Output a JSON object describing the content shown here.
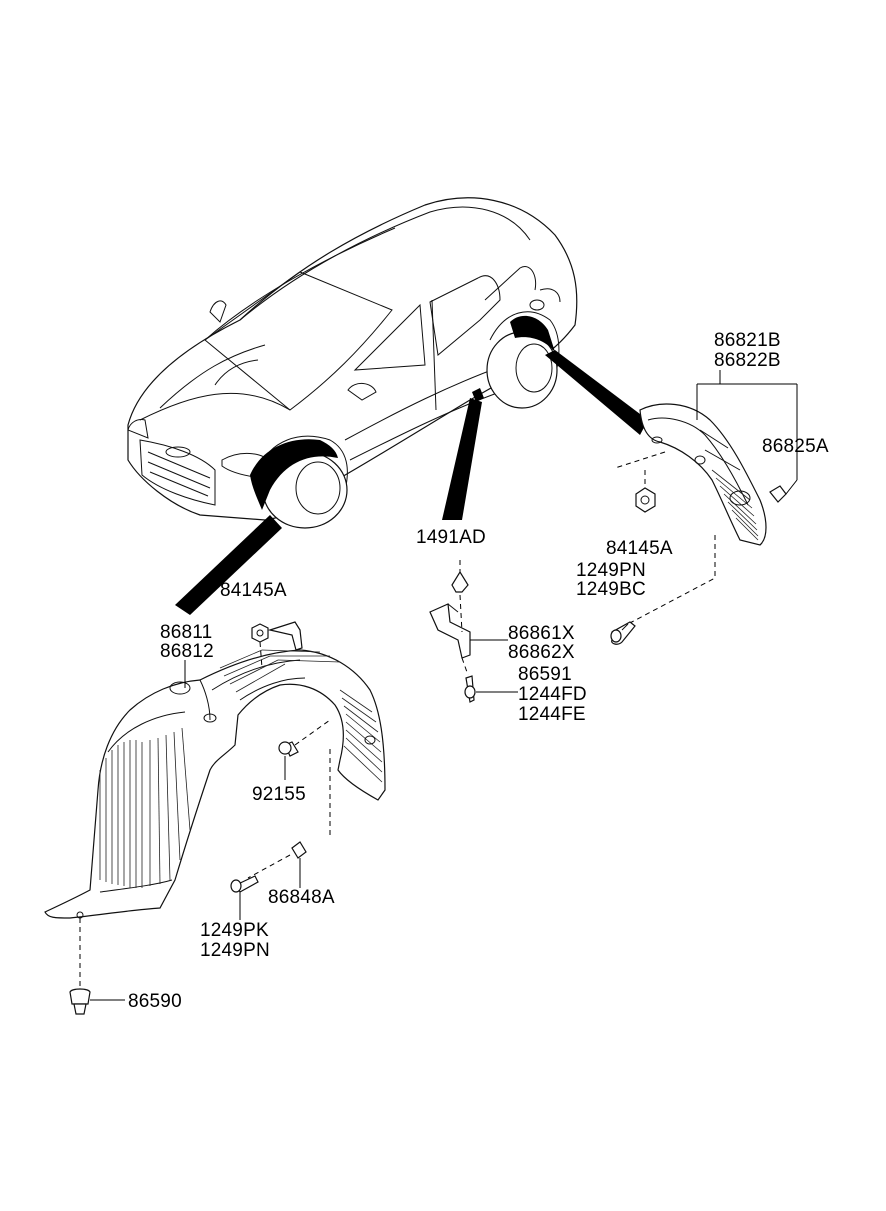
{
  "callouts": {
    "rear_liner": [
      "86821B",
      "86822B"
    ],
    "rear_clip": "86825A",
    "rear_nut": "84145A",
    "rear_screws": [
      "1249PN",
      "1249BC"
    ],
    "side_clip": "1491AD",
    "side_bracket": [
      "86861X",
      "86862X"
    ],
    "side_screw": [
      "86591",
      "1244FD",
      "1244FE"
    ],
    "front_nut": "84145A",
    "front_liner": [
      "86811",
      "86812"
    ],
    "front_bolt": "92155",
    "front_clip": "86848A",
    "front_screws": [
      "1249PK",
      "1249PN"
    ],
    "front_fastener": "86590"
  }
}
